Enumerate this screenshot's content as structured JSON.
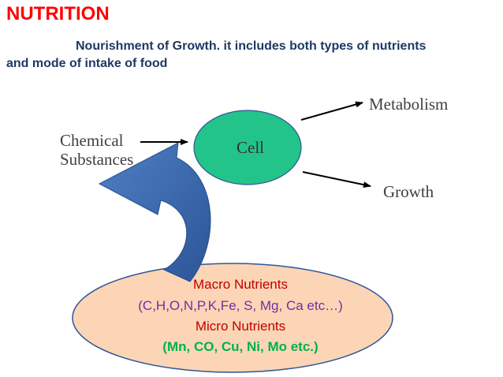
{
  "header": {
    "title": "NUTRITION",
    "subtitle_line1": "Nourishment of Growth. it includes both types of nutrients",
    "subtitle_line2": "and mode of intake of food"
  },
  "diagram": {
    "input_label_line1": "Chemical",
    "input_label_line2": "Substances",
    "cell_label": "Cell",
    "output_top": "Metabolism",
    "output_bottom": "Growth"
  },
  "nutrients": {
    "macro_title": "Macro Nutrients",
    "macro_elements": "(C,H,O,N,P,K,Fe, S, Mg, Ca etc…)",
    "micro_title": "Micro Nutrients",
    "micro_elements": "(Mn, CO, Cu, Ni, Mo etc.)"
  },
  "colors": {
    "title": "#ff0000",
    "subtitle": "#1f3864",
    "cell_fill": "#22c48a",
    "ellipse_fill": "#fbd5b5",
    "ellipse_stroke": "#2f5597",
    "curved_arrow": "#3d6cb0",
    "macro_title": "#c00000",
    "macro_elements": "#7030a0",
    "micro_title": "#c00000",
    "micro_elements": "#00b050"
  }
}
